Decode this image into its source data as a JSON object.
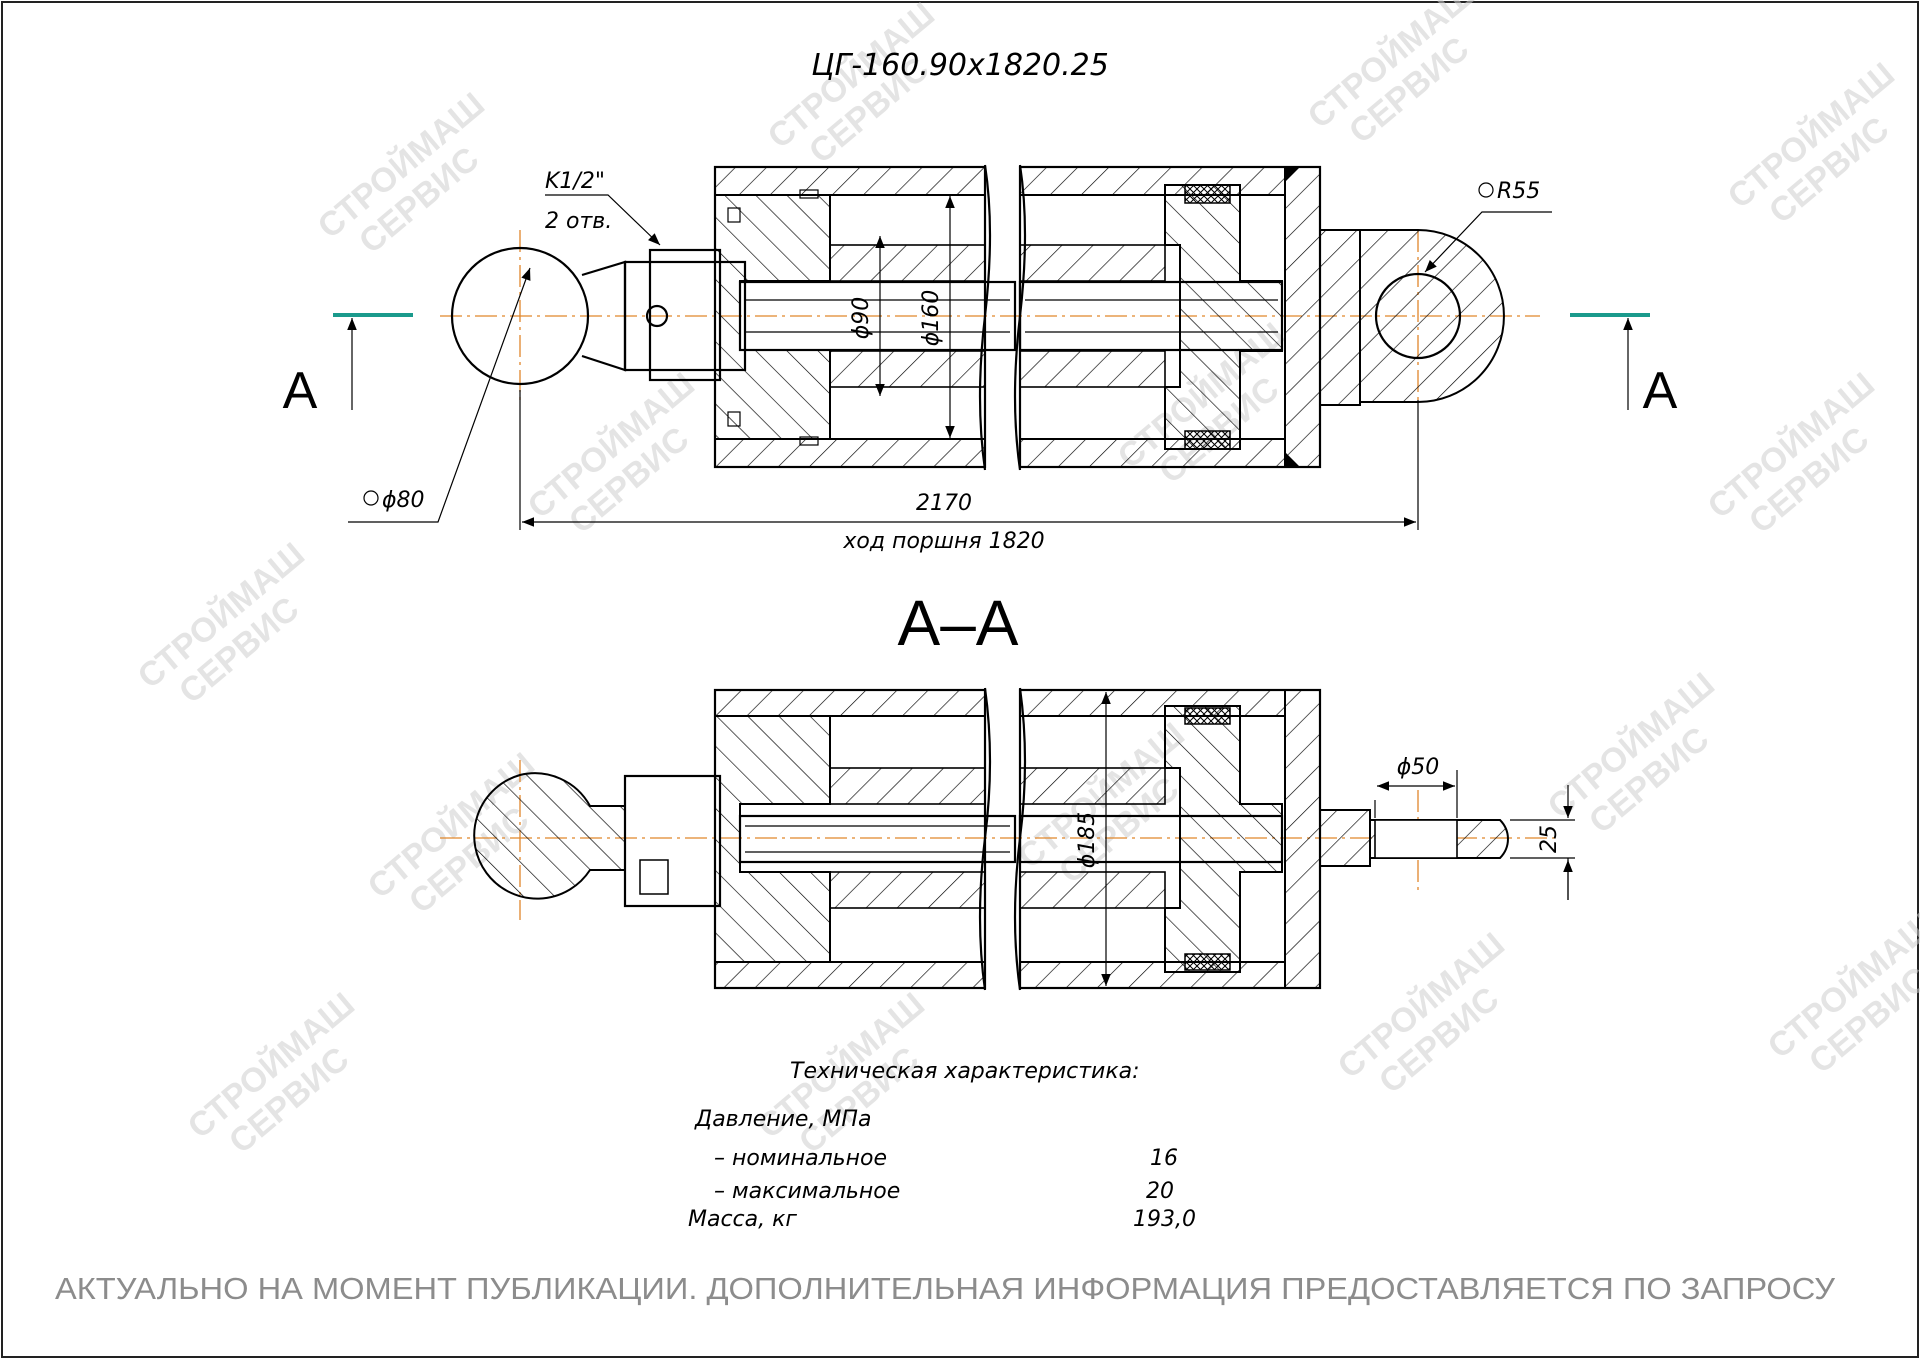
{
  "title": "ЦГ-160.90х1820.25",
  "colors": {
    "line": "#000000",
    "centerline": "#e0862b",
    "section_marker": "#1a9a8c",
    "footer_text": "#8c8c8c",
    "watermark": "#cfcfcf"
  },
  "view_main": {
    "port_label": "K1/2\"",
    "port_count": "2 отв.",
    "radius_label": "R55",
    "ball_diameter": "ϕ80",
    "rod_diameter": "ϕ90",
    "bore_diameter": "ϕ160",
    "overall_length": "2170",
    "stroke_label": "ход поршня 1820"
  },
  "section_markers": {
    "left": "A",
    "right": "A"
  },
  "view_section": {
    "title": "A–A",
    "outer_diameter": "ϕ185",
    "eye_diameter": "ϕ50",
    "eye_thickness": "25"
  },
  "specs": {
    "heading": "Техническая характеристика:",
    "pressure_heading": "Давление, МПа",
    "rows": [
      {
        "label": "– номинальное",
        "value": "16"
      },
      {
        "label": "– максимальное",
        "value": "20"
      },
      {
        "label": "Масса, кг",
        "value": "193,0"
      }
    ]
  },
  "footer": "АКТУАЛЬНО НА МОМЕНТ ПУБЛИКАЦИИ. ДОПОЛНИТЕЛЬНАЯ ИНФОРМАЦИЯ ПРЕДОСТАВЛЯЕТСЯ ПО ЗАПРОСУ",
  "watermark": {
    "line1": "СТРОЙМАШ",
    "line2": "СЕРВИС"
  }
}
